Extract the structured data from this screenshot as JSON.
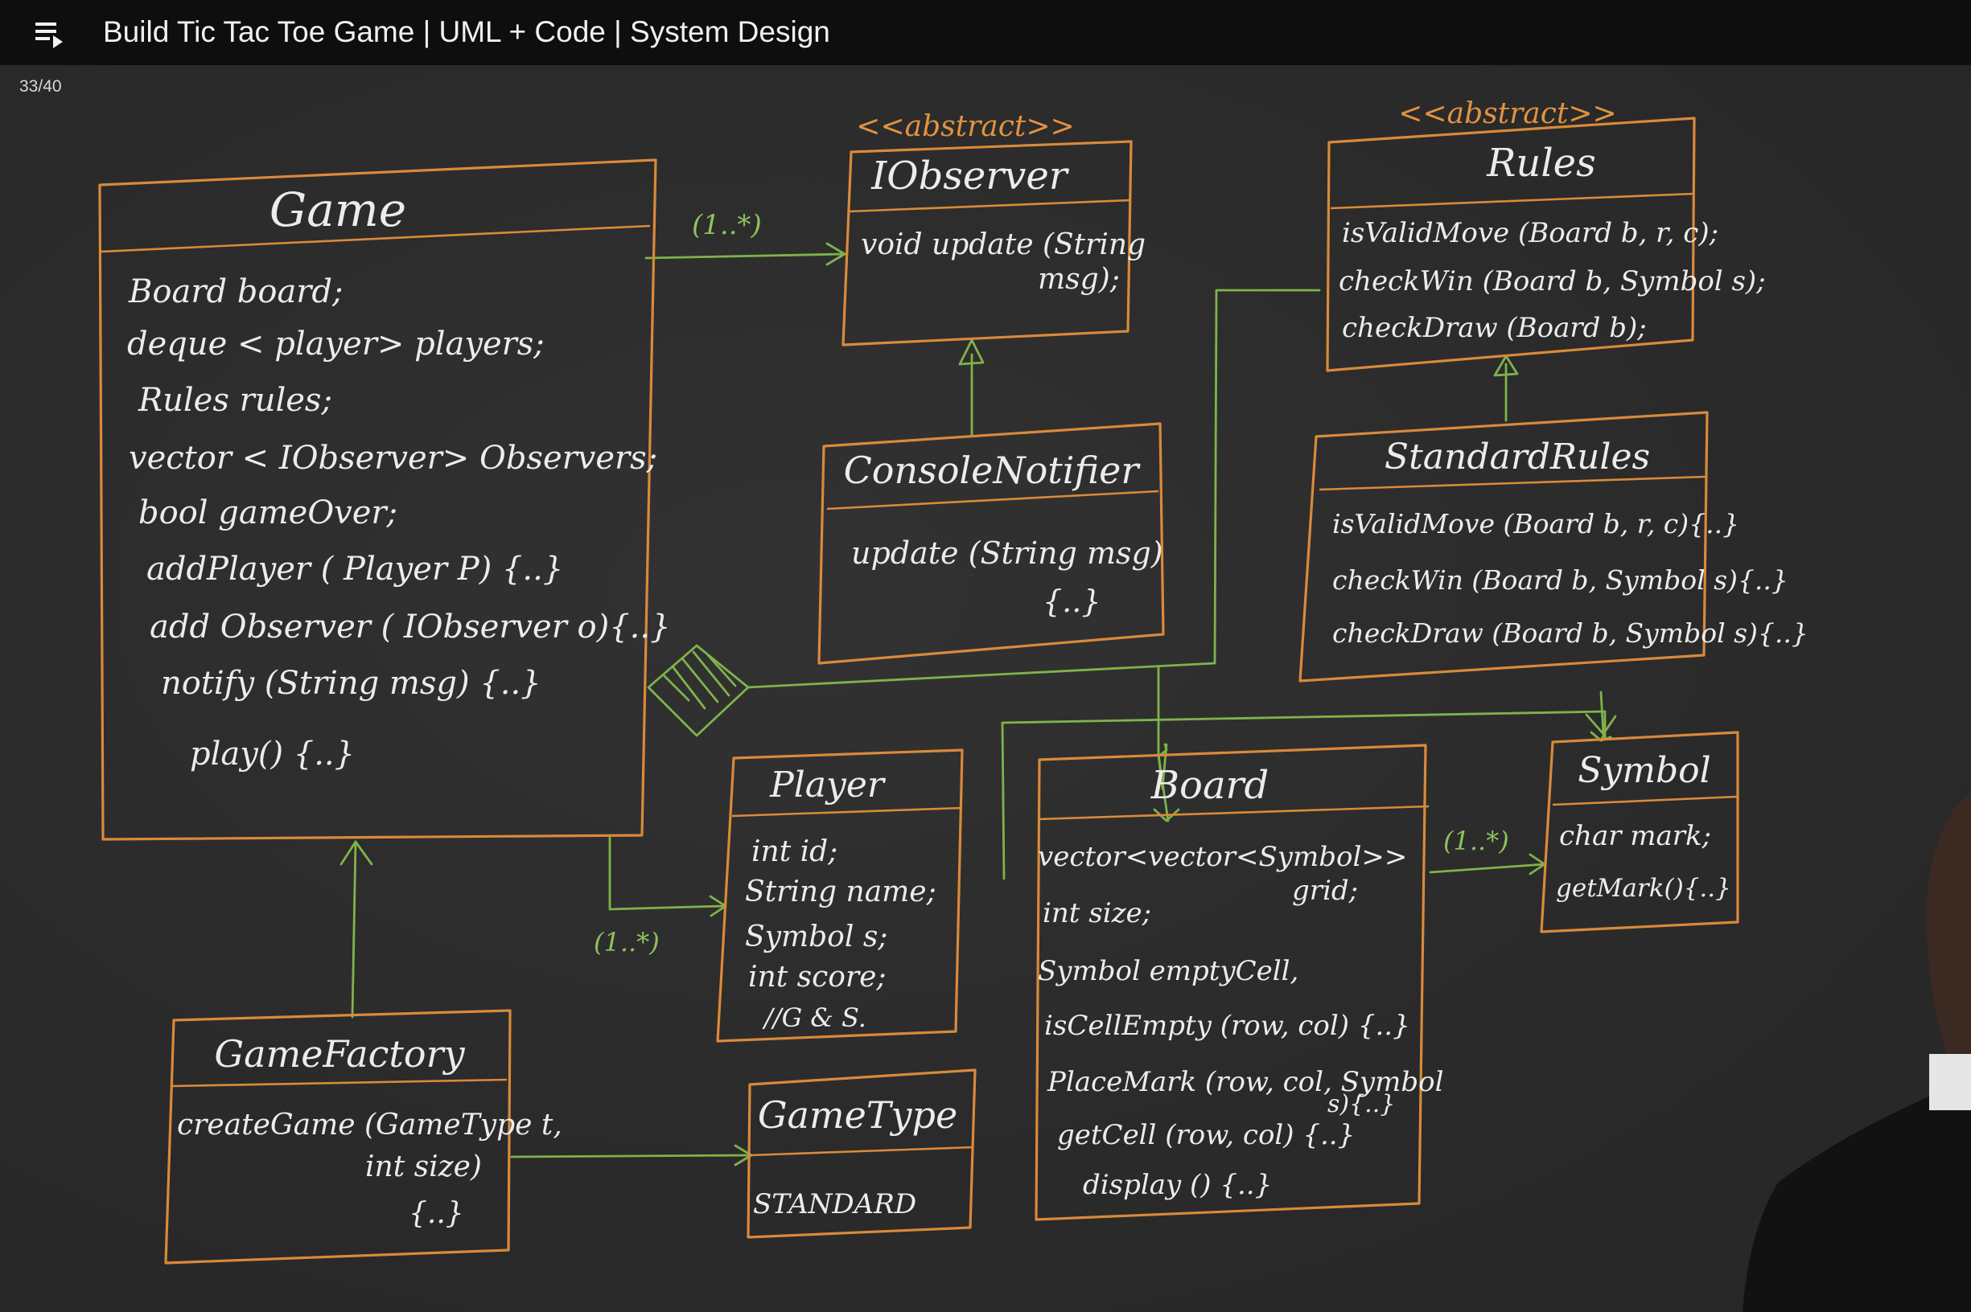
{
  "header": {
    "title": "Build Tic Tac Toe Game | UML + Code | System Design",
    "menu_icon": "playlist-icon"
  },
  "slide_counter": "33/40",
  "colors": {
    "box_stroke": "#d98a3a",
    "arrow": "#7fb34a",
    "text": "#ececec",
    "background": "#2e2e2e",
    "topbar": "#0e0e0e"
  },
  "classes": {
    "game": {
      "title": "Game",
      "members": [
        "Board board;",
        "deque < player> players;",
        "Rules rules;",
        "vector < IObserver> Observers;",
        "bool gameOver;",
        "addPlayer ( Player P) {..}",
        "add Observer ( IObserver o){..}",
        "notify (String msg) {..}",
        "play() {..}"
      ]
    },
    "iobserver": {
      "stereotype": "<<abstract>>",
      "title": "IObserver",
      "members": [
        "void update (String",
        "msg);"
      ]
    },
    "console_notifier": {
      "title": "ConsoleNotifier",
      "members": [
        "update (String msg)",
        "{..}"
      ]
    },
    "rules": {
      "stereotype": "<<abstract>>",
      "title": "Rules",
      "members": [
        "isValidMove (Board b, r, c);",
        "checkWin (Board b, Symbol s);",
        "checkDraw (Board b);"
      ]
    },
    "standard_rules": {
      "title": "StandardRules",
      "members": [
        "isValidMove (Board b, r, c){..}",
        "checkWin (Board b, Symbol s){..}",
        "checkDraw (Board b, Symbol s){..}"
      ]
    },
    "player": {
      "title": "Player",
      "members": [
        "int id;",
        "String name;",
        "Symbol s;",
        "int score;",
        "//G & S."
      ]
    },
    "board": {
      "title": "Board",
      "members": [
        "vector<vector<Symbol>>",
        "grid;",
        "int size;",
        "Symbol emptyCell,",
        "isCellEmpty (row, col) {..}",
        "PlaceMark (row, col, Symbol",
        "s){..}",
        "getCell (row, col) {..}",
        "display () {..}"
      ]
    },
    "symbol": {
      "title": "Symbol",
      "members": [
        "char mark;",
        "getMark(){..}"
      ]
    },
    "game_factory": {
      "title": "GameFactory",
      "members": [
        "createGame (GameType t,",
        "int size)",
        "{..}"
      ]
    },
    "game_type": {
      "title": "GameType",
      "members": [
        "STANDARD"
      ]
    }
  },
  "multiplicities": {
    "game_observer": "(1..*)",
    "game_player": "(1..*)",
    "board_symbol": "(1..*)"
  }
}
